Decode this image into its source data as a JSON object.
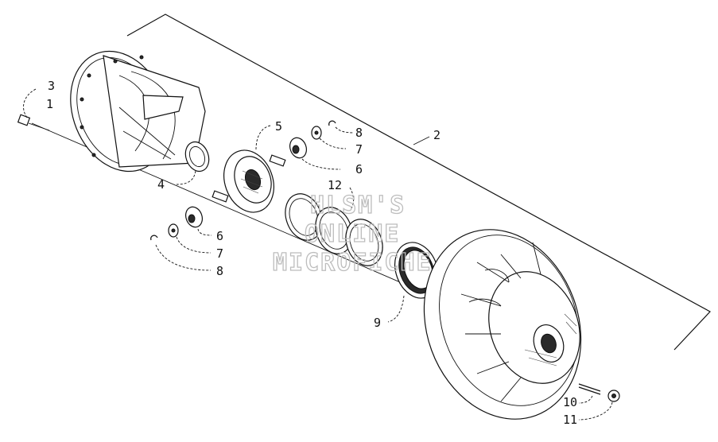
{
  "labels": {
    "l1": "1",
    "l2": "2",
    "l3": "3",
    "l4": "4",
    "l5": "5",
    "l6a": "6",
    "l6b": "6",
    "l7a": "7",
    "l7b": "7",
    "l8a": "8",
    "l8b": "8",
    "l9": "9",
    "l10": "10",
    "l11": "11",
    "l12": "12"
  },
  "watermark": {
    "line1": "HLSM'S",
    "line2": "ONLINE",
    "line3": "MICROFICHE"
  }
}
